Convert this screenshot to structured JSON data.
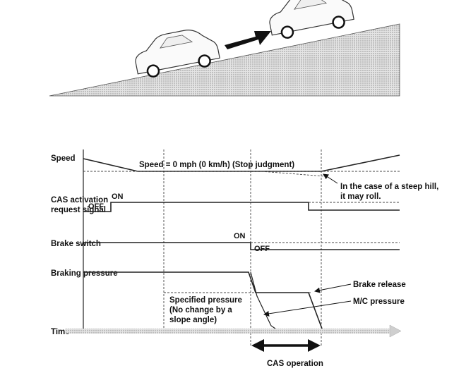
{
  "illustration": {
    "hill": "slope-illustration",
    "cars": [
      "car-before",
      "car-after"
    ],
    "arrow": "direction-arrow"
  },
  "signals": {
    "speed": "Speed",
    "cas_line1": "CAS activation",
    "cas_line2": "request signal",
    "brake_switch": "Brake switch",
    "braking_pressure": "Braking pressure",
    "time": "Time"
  },
  "annotations": {
    "speed_zero": "Speed = 0 mph (0 km/h) (Stop judgment)",
    "steep_hill_line1": "In the case of a steep hill,",
    "steep_hill_line2": "it may roll.",
    "cas_off": "OFF",
    "cas_on": "ON",
    "brake_on": "ON",
    "brake_off": "OFF",
    "specified_line1": "Specified pressure",
    "specified_line2": "(No change by a",
    "specified_line3": "slope angle)",
    "brake_release": "Brake release",
    "mc_pressure": "M/C pressure",
    "cas_operation": "CAS operation"
  }
}
